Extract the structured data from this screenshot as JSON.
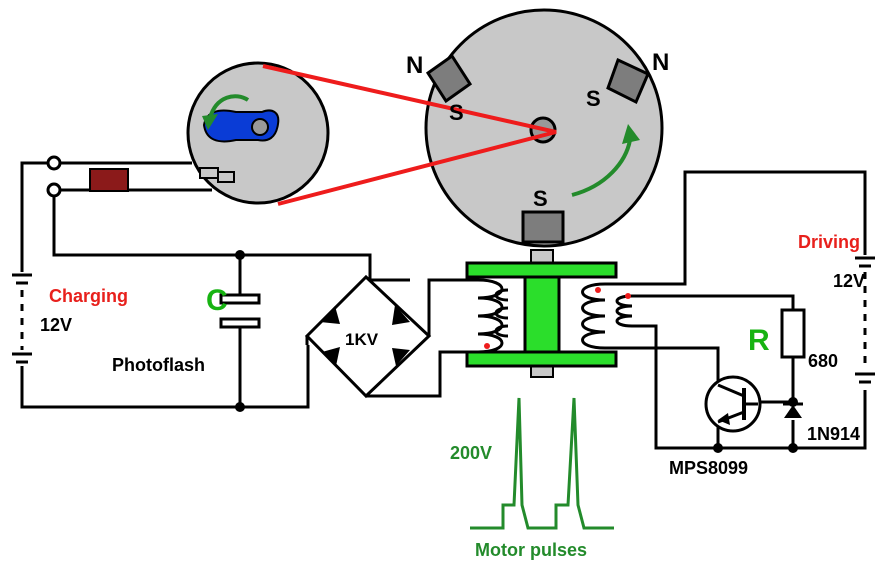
{
  "labels": {
    "charging": "Charging",
    "charging_voltage": "12V",
    "capacitor_letter": "C",
    "capacitor_name": "Photoflash",
    "bridge_rating": "1KV",
    "driving": "Driving",
    "driving_voltage": "12V",
    "resistor_letter": "R",
    "resistor_value": "680",
    "diode_name": "1N914",
    "transistor_name": "MPS8099",
    "pulse_voltage": "200V",
    "pulse_caption": "Motor pulses",
    "pole_n_left": "N",
    "pole_n_right": "N",
    "pole_s_left": "S",
    "pole_s_right": "S",
    "pole_s_bottom": "S"
  },
  "colors": {
    "red_label": "#e8201c",
    "green_label": "#17b312",
    "dark_green": "#238b2b",
    "rotor_grey": "#c8c8c8",
    "magnet_grey": "#7d7d7d",
    "belt_red": "#ee1c1c",
    "core_green": "#2bde2b",
    "cam_blue": "#0a3cd6",
    "contact_brown": "#8b1a1a"
  }
}
